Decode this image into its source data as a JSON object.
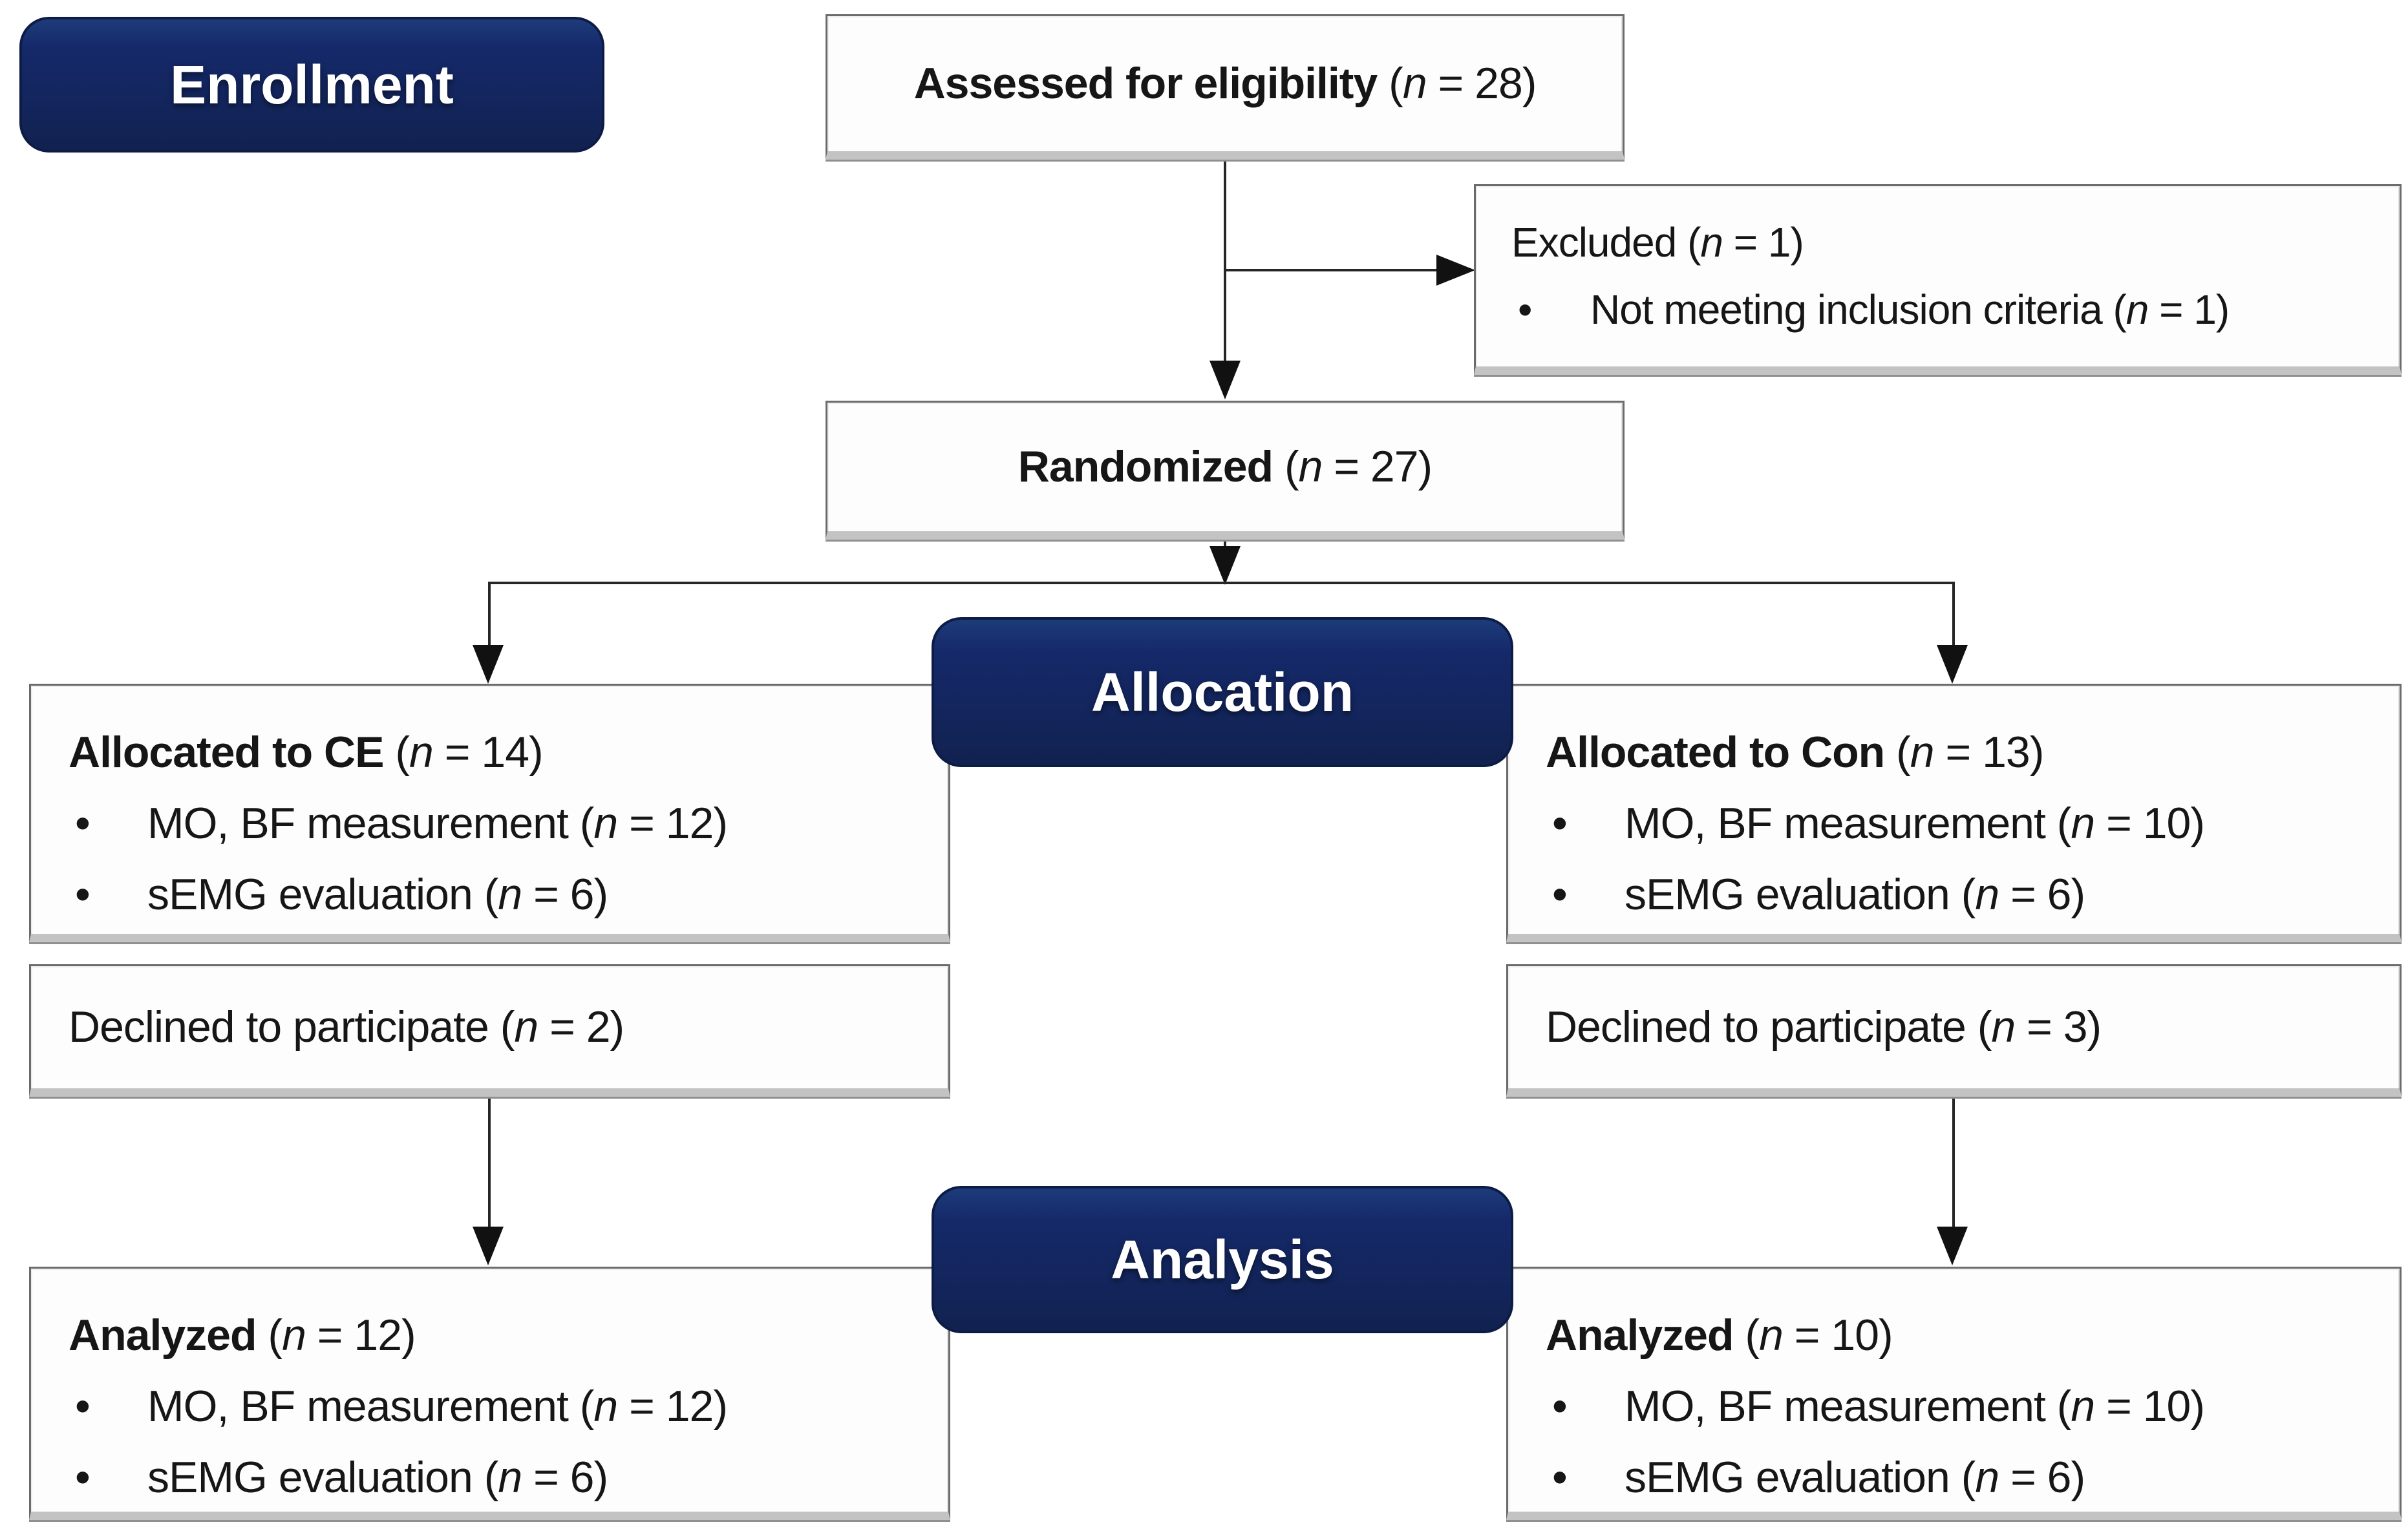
{
  "bullet_char": "•",
  "colors": {
    "badge_bg": "#14276a",
    "badge_border": "#0d1c45",
    "badge_text": "#ffffff",
    "box_bg": "#fdfdfd",
    "box_border": "#6b6b6b",
    "box_border_bottom": "#c3c3c3",
    "connector": "#262626",
    "text": "#161616"
  },
  "badges": {
    "enrollment": "Enrollment",
    "allocation": "Allocation",
    "analysis": "Analysis"
  },
  "boxes": {
    "assessed": {
      "lines": [
        {
          "bullet": false,
          "seg": [
            {
              "t": "Assessed for eligibility ",
              "b": 1
            },
            {
              "t": "("
            },
            {
              "t": "n",
              "i": 1
            },
            {
              "t": " = 28)"
            }
          ]
        }
      ]
    },
    "excluded": {
      "lines": [
        {
          "bullet": false,
          "seg": [
            {
              "t": "Excluded ("
            },
            {
              "t": "n",
              "i": 1
            },
            {
              "t": " = 1)"
            }
          ]
        },
        {
          "bullet": true,
          "seg": [
            {
              "t": "Not meeting inclusion criteria ("
            },
            {
              "t": "n",
              "i": 1
            },
            {
              "t": " = 1)"
            }
          ]
        }
      ]
    },
    "randomized": {
      "lines": [
        {
          "bullet": false,
          "seg": [
            {
              "t": "Randomized ",
              "b": 1
            },
            {
              "t": "("
            },
            {
              "t": "n",
              "i": 1
            },
            {
              "t": " = 27)"
            }
          ]
        }
      ]
    },
    "allocated_ce": {
      "lines": [
        {
          "bullet": false,
          "seg": [
            {
              "t": "Allocated to CE ",
              "b": 1
            },
            {
              "t": "("
            },
            {
              "t": "n",
              "i": 1
            },
            {
              "t": " = 14)"
            }
          ]
        },
        {
          "bullet": true,
          "seg": [
            {
              "t": "MO, BF measurement ("
            },
            {
              "t": "n",
              "i": 1
            },
            {
              "t": " = 12)"
            }
          ]
        },
        {
          "bullet": true,
          "seg": [
            {
              "t": "sEMG evaluation ("
            },
            {
              "t": "n",
              "i": 1
            },
            {
              "t": " = 6)"
            }
          ]
        }
      ]
    },
    "allocated_con": {
      "lines": [
        {
          "bullet": false,
          "seg": [
            {
              "t": "Allocated to Con ",
              "b": 1
            },
            {
              "t": "("
            },
            {
              "t": "n",
              "i": 1
            },
            {
              "t": " = 13)"
            }
          ]
        },
        {
          "bullet": true,
          "seg": [
            {
              "t": "MO, BF measurement ("
            },
            {
              "t": "n",
              "i": 1
            },
            {
              "t": " = 10)"
            }
          ]
        },
        {
          "bullet": true,
          "seg": [
            {
              "t": "sEMG evaluation ("
            },
            {
              "t": "n",
              "i": 1
            },
            {
              "t": " = 6)"
            }
          ]
        }
      ]
    },
    "declined_ce": {
      "lines": [
        {
          "bullet": false,
          "seg": [
            {
              "t": "Declined to participate ("
            },
            {
              "t": "n",
              "i": 1
            },
            {
              "t": " = 2)"
            }
          ]
        }
      ]
    },
    "declined_con": {
      "lines": [
        {
          "bullet": false,
          "seg": [
            {
              "t": "Declined to participate ("
            },
            {
              "t": "n",
              "i": 1
            },
            {
              "t": " = 3)"
            }
          ]
        }
      ]
    },
    "analyzed_ce": {
      "lines": [
        {
          "bullet": false,
          "seg": [
            {
              "t": "Analyzed ",
              "b": 1
            },
            {
              "t": "("
            },
            {
              "t": "n",
              "i": 1
            },
            {
              "t": " = 12)"
            }
          ]
        },
        {
          "bullet": true,
          "seg": [
            {
              "t": "MO, BF measurement ("
            },
            {
              "t": "n",
              "i": 1
            },
            {
              "t": " = 12)"
            }
          ]
        },
        {
          "bullet": true,
          "seg": [
            {
              "t": "sEMG evaluation ("
            },
            {
              "t": "n",
              "i": 1
            },
            {
              "t": " = 6)"
            }
          ]
        }
      ]
    },
    "analyzed_con": {
      "lines": [
        {
          "bullet": false,
          "seg": [
            {
              "t": "Analyzed ",
              "b": 1
            },
            {
              "t": "("
            },
            {
              "t": "n",
              "i": 1
            },
            {
              "t": " = 10)"
            }
          ]
        },
        {
          "bullet": true,
          "seg": [
            {
              "t": "MO, BF measurement ("
            },
            {
              "t": "n",
              "i": 1
            },
            {
              "t": " = 10)"
            }
          ]
        },
        {
          "bullet": true,
          "seg": [
            {
              "t": "sEMG evaluation ("
            },
            {
              "t": "n",
              "i": 1
            },
            {
              "t": " = 6)"
            }
          ]
        }
      ]
    }
  }
}
